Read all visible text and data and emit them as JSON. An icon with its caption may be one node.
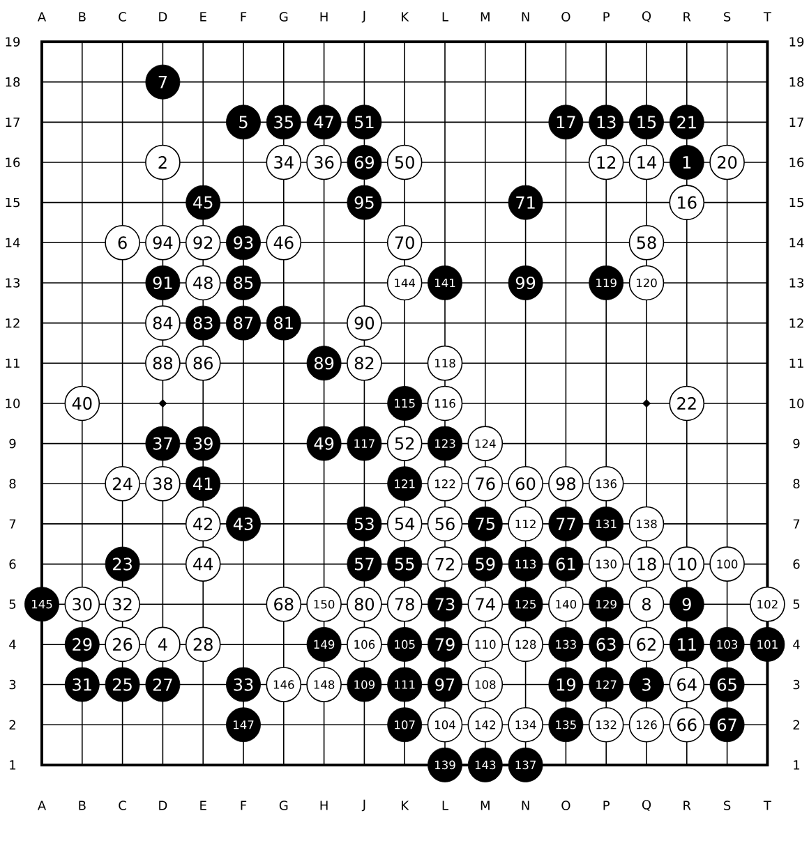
{
  "diagram": {
    "nodes": [
      {
        "text": [
          "1"
        ]
      },
      {
        "text": [
          "2"
        ]
      },
      {
        "text": [
          "3"
        ]
      },
      {
        "text": [
          "4"
        ]
      },
      {
        "text": [
          "5"
        ]
      },
      {
        "text": [
          "6"
        ]
      },
      {
        "text": [
          "7"
        ]
      },
      {
        "text": [
          "8"
        ]
      },
      {
        "text": [
          "9"
        ]
      },
      {
        "text": [
          "10"
        ]
      },
      {
        "text": [
          "11"
        ]
      },
      {
        "text": [
          "12"
        ]
      },
      {
        "text": [
          "13"
        ]
      },
      {
        "text": [
          "14"
        ]
      },
      {
        "text": [
          "15"
        ]
      },
      {
        "text": [
          "16"
        ]
      },
      {
        "text": [
          "17"
        ]
      },
      {
        "text": [
          "18"
        ]
      },
      {
        "text": [
          "19"
        ]
      },
      {
        "text": [
          "20"
        ]
      },
      {
        "text": [
          "21"
        ]
      },
      {
        "text": [
          "22"
        ]
      },
      {
        "text": [
          "23"
        ]
      },
      {
        "text": [
          "24"
        ]
      },
      {
        "text": [
          "25"
        ]
      },
      {
        "text": [
          "26"
        ]
      },
      {
        "text": [
          "27"
        ]
      },
      {
        "text": [
          "28"
        ]
      },
      {
        "text": [
          "29"
        ]
      },
      {
        "text": [
          "30"
        ]
      },
      {
        "text": [
          "31"
        ]
      },
      {
        "text": [
          "32"
        ]
      },
      {
        "text": [
          "33"
        ]
      },
      {
        "text": [
          "34"
        ]
      },
      {
        "text": [
          "35"
        ]
      },
      {
        "text": [
          "36"
        ]
      },
      {
        "text": [
          "37"
        ]
      },
      {
        "text": [
          "38"
        ]
      },
      {
        "text": [
          "39"
        ]
      },
      {
        "text": [
          "40"
        ]
      },
      {
        "text": [
          "41"
        ]
      },
      {
        "text": [
          "42"
        ]
      },
      {
        "text": [
          "43"
        ]
      },
      {
        "text": [
          "44"
        ]
      },
      {
        "text": [
          "45"
        ]
      },
      {
        "text": [
          "46"
        ]
      },
      {
        "text": [
          "47"
        ]
      },
      {
        "text": [
          "48"
        ]
      },
      {
        "text": [
          "49"
        ]
      },
      {
        "text": [
          "50"
        ]
      },
      {
        "text": [
          "51"
        ]
      },
      {
        "text": [
          "52"
        ]
      },
      {
        "text": [
          "53"
        ]
      },
      {
        "text": [
          "54"
        ]
      },
      {
        "text": [
          "55"
        ]
      },
      {
        "text": [
          "56"
        ]
      },
      {
        "text": [
          "57"
        ]
      },
      {
        "text": [
          "58"
        ]
      },
      {
        "text": [
          "59"
        ]
      },
      {
        "text": [
          "60"
        ]
      },
      {
        "text": [
          "61"
        ]
      },
      {
        "text": [
          "62"
        ]
      },
      {
        "text": [
          "63"
        ]
      },
      {
        "text": [
          "64"
        ]
      },
      {
        "text": [
          "65"
        ]
      },
      {
        "text": [
          "66"
        ]
      },
      {
        "text": [
          "67"
        ]
      },
      {
        "text": [
          "68"
        ]
      },
      {
        "text": [
          "69"
        ]
      },
      {
        "text": [
          "70"
        ]
      },
      {
        "text": [
          "71"
        ]
      },
      {
        "text": [
          "72"
        ]
      },
      {
        "text": [
          "73"
        ]
      },
      {
        "text": [
          "74"
        ]
      },
      {
        "text": [
          "75"
        ]
      },
      {
        "text": [
          "76"
        ]
      },
      {
        "text": [
          "77"
        ]
      },
      {
        "text": [
          "78"
        ]
      },
      {
        "text": [
          "79"
        ]
      },
      {
        "text": [
          "80"
        ]
      },
      {
        "text": [
          "81"
        ]
      },
      {
        "text": [
          "82"
        ]
      },
      {
        "text": [
          "83"
        ]
      },
      {
        "text": [
          "84"
        ]
      },
      {
        "text": [
          "85"
        ]
      },
      {
        "text": [
          "86"
        ]
      },
      {
        "text": [
          "87"
        ]
      },
      {
        "text": [
          "88"
        ]
      },
      {
        "text": [
          "89"
        ]
      },
      {
        "text": [
          "90"
        ]
      },
      {
        "text": [
          "91"
        ]
      },
      {
        "text": [
          "92"
        ]
      },
      {
        "text": [
          "93"
        ]
      },
      {
        "text": [
          "94"
        ]
      },
      {
        "text": [
          "95"
        ]
      },
      {
        "text": [
          "97"
        ]
      },
      {
        "text": [
          "98"
        ]
      },
      {
        "text": [
          "99"
        ]
      },
      {
        "text": [
          "100"
        ]
      },
      {
        "text": [
          "101"
        ]
      },
      {
        "text": [
          "102"
        ]
      },
      {
        "text": [
          "103"
        ]
      },
      {
        "text": [
          "104"
        ]
      },
      {
        "text": [
          "105"
        ]
      },
      {
        "text": [
          "106"
        ]
      },
      {
        "text": [
          "107"
        ]
      },
      {
        "text": [
          "108"
        ]
      },
      {
        "text": [
          "109"
        ]
      },
      {
        "text": [
          "110"
        ]
      },
      {
        "text": [
          "111"
        ]
      },
      {
        "text": [
          "112"
        ]
      },
      {
        "text": [
          "113"
        ]
      },
      {
        "text": [
          "115"
        ]
      },
      {
        "text": [
          "116"
        ]
      },
      {
        "text": [
          "117"
        ]
      },
      {
        "text": [
          "118"
        ]
      },
      {
        "text": [
          "119"
        ]
      },
      {
        "text": [
          "120"
        ]
      },
      {
        "text": [
          "121"
        ]
      },
      {
        "text": [
          "122"
        ]
      },
      {
        "text": [
          "123"
        ]
      },
      {
        "text": [
          "124"
        ]
      },
      {
        "text": [
          "125"
        ]
      },
      {
        "text": [
          "126"
        ]
      },
      {
        "text": [
          "127"
        ]
      },
      {
        "text": [
          "128"
        ]
      },
      {
        "text": [
          "129"
        ]
      },
      {
        "text": [
          "130"
        ]
      },
      {
        "text": [
          "131"
        ]
      },
      {
        "text": [
          "132"
        ]
      },
      {
        "text": [
          "133"
        ]
      },
      {
        "text": [
          "134"
        ]
      },
      {
        "text": [
          "135"
        ]
      },
      {
        "text": [
          "136"
        ]
      },
      {
        "text": [
          "137"
        ]
      },
      {
        "text": [
          "138"
        ]
      },
      {
        "text": [
          "139"
        ]
      },
      {
        "text": [
          "140"
        ]
      },
      {
        "text": [
          "141"
        ]
      },
      {
        "text": [
          "142"
        ]
      },
      {
        "text": [
          "143"
        ]
      },
      {
        "text": [
          "144"
        ]
      },
      {
        "text": [
          "145"
        ]
      },
      {
        "text": [
          "146"
        ]
      },
      {
        "text": [
          "147"
        ]
      },
      {
        "text": [
          "148"
        ]
      },
      {
        "text": [
          "149"
        ]
      },
      {
        "text": [
          "150"
        ]
      }
    ],
    "labels": [
      "A",
      "B",
      "C",
      "D",
      "E",
      "F",
      "G",
      "H",
      "J",
      "K",
      "L",
      "M",
      "N",
      "O",
      "P",
      "Q",
      "R",
      "S",
      "T",
      "19",
      "19",
      "18",
      "18",
      "17",
      "17",
      "16",
      "16",
      "15",
      "15",
      "14",
      "14",
      "13",
      "13",
      "12",
      "12",
      "11",
      "11",
      "10",
      "10",
      "9",
      "9",
      "8",
      "8",
      "7",
      "7",
      "6",
      "6",
      "5",
      "5",
      "4",
      "4",
      "3",
      "3",
      "2",
      "2",
      "1",
      "1",
      "A",
      "B",
      "C",
      "D",
      "E",
      "F",
      "G",
      "H",
      "J",
      "K",
      "L",
      "M",
      "N",
      "O",
      "P",
      "Q",
      "R",
      "S",
      "T"
    ]
  }
}
